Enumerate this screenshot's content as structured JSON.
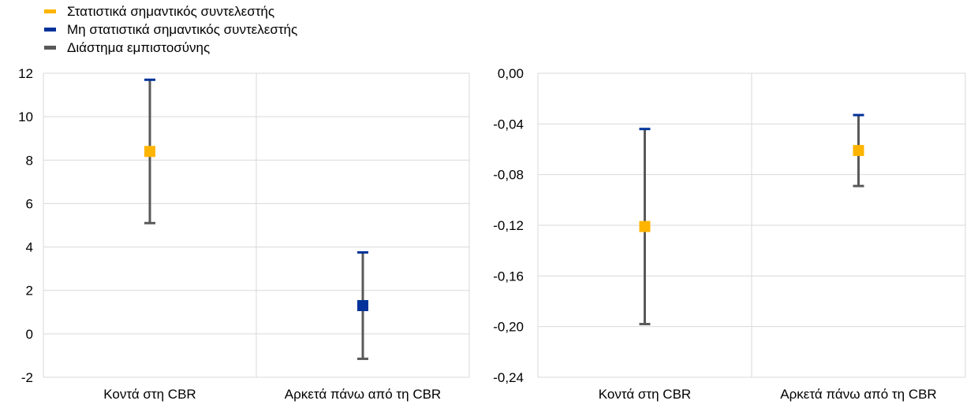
{
  "colors": {
    "significant": "#FFB400",
    "not_significant": "#003299",
    "interval": "#595959",
    "grid": "#D9D9D9"
  },
  "legend": [
    {
      "label": "Στατιστικά σημαντικός συντελεστής",
      "color": "#FFB400"
    },
    {
      "label": "Μη στατιστικά σημαντικός συντελεστής",
      "color": "#003299"
    },
    {
      "label": "Διάστημα εμπιστοσύνης",
      "color": "#595959"
    }
  ],
  "chart_data": [
    {
      "type": "scatter",
      "categories": [
        "Κοντά στη CBR",
        "Αρκετά πάνω από τη CBR"
      ],
      "ylim": [
        -2,
        12
      ],
      "yticks": [
        -2,
        0,
        2,
        4,
        6,
        8,
        10,
        12
      ],
      "ytick_labels": [
        "-2",
        "0",
        "2",
        "4",
        "6",
        "8",
        "10",
        "12"
      ],
      "grid": true,
      "points": [
        {
          "category": "Κοντά στη CBR",
          "value": 8.4,
          "low": 5.1,
          "high": 11.7,
          "significant": true
        },
        {
          "category": "Αρκετά πάνω από τη CBR",
          "value": 1.3,
          "low": -1.15,
          "high": 3.75,
          "significant": false
        }
      ]
    },
    {
      "type": "scatter",
      "categories": [
        "Κοντά στη CBR",
        "Αρκετά πάνω από τη CBR"
      ],
      "ylim": [
        -0.24,
        0.0
      ],
      "yticks": [
        -0.24,
        -0.2,
        -0.16,
        -0.12,
        -0.08,
        -0.04,
        0.0
      ],
      "ytick_labels": [
        "-0,24",
        "-0,20",
        "-0,16",
        "-0,12",
        "-0,08",
        "-0,04",
        "0,00"
      ],
      "grid": true,
      "points": [
        {
          "category": "Κοντά στη CBR",
          "value": -0.121,
          "low": -0.198,
          "high": -0.044,
          "significant": true
        },
        {
          "category": "Αρκετά πάνω από τη CBR",
          "value": -0.061,
          "low": -0.089,
          "high": -0.033,
          "significant": true
        }
      ]
    }
  ]
}
